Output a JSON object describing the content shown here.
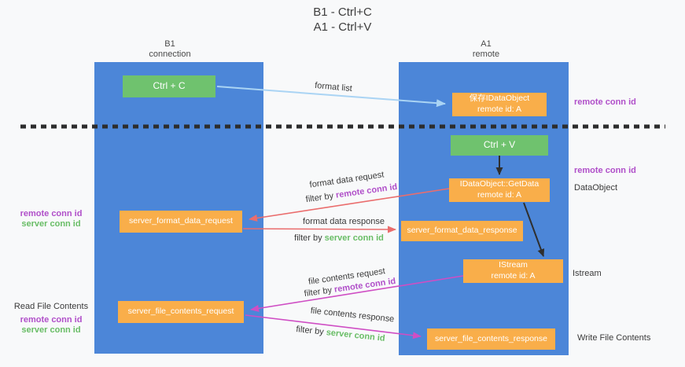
{
  "title": {
    "line1": "B1 - Ctrl+C",
    "line2": "A1 - Ctrl+V"
  },
  "lanes": {
    "left": {
      "title": "B1",
      "subtitle": "connection"
    },
    "right": {
      "title": "A1",
      "subtitle": "remote"
    }
  },
  "boxes": {
    "ctrl_c": {
      "label": "Ctrl + C"
    },
    "ctrl_v": {
      "label": "Ctrl + V"
    },
    "save_dataobject": {
      "line1": "保存IDataObject",
      "line2": "remote id: A"
    },
    "getdata": {
      "line1": "IDataObject::GetData",
      "line2": "remote id: A"
    },
    "istream": {
      "line1": "IStream",
      "line2": "remote id: A"
    },
    "server_format_data_request": {
      "label": "server_format_data_request"
    },
    "server_format_data_response": {
      "label": "server_format_data_response"
    },
    "server_file_contents_request": {
      "label": "server_file_contents_request"
    },
    "server_file_contents_response": {
      "label": "server_file_contents_response"
    }
  },
  "arrow_labels": {
    "format_list": "format list",
    "format_data_request": "format data request",
    "format_data_response": "format data response",
    "file_contents_request": "file contents request",
    "file_contents_response": "file contents response",
    "filter_prefix": "filter by"
  },
  "terms": {
    "remote_conn_id": "remote conn id",
    "server_conn_id": "server conn id"
  },
  "side_labels": {
    "left": {
      "read_file_contents": "Read File Contents"
    },
    "right": {
      "dataobject": "DataObject",
      "istream": "Istream",
      "write_file_contents": "Write File Contents"
    }
  },
  "colors": {
    "lane_blue": "#4c86d8",
    "box_orange": "#f9ae4a",
    "box_green": "#6fc26e",
    "term_remote_purple": "#b04fc9",
    "term_server_green": "#69bd66",
    "arrow_red": "#ea6d6d",
    "arrow_magenta": "#cf4ec4",
    "arrow_light_blue": "#aad4f4",
    "arrow_black": "#2f2f2f",
    "boundary_dash": "#2d2d2d"
  }
}
